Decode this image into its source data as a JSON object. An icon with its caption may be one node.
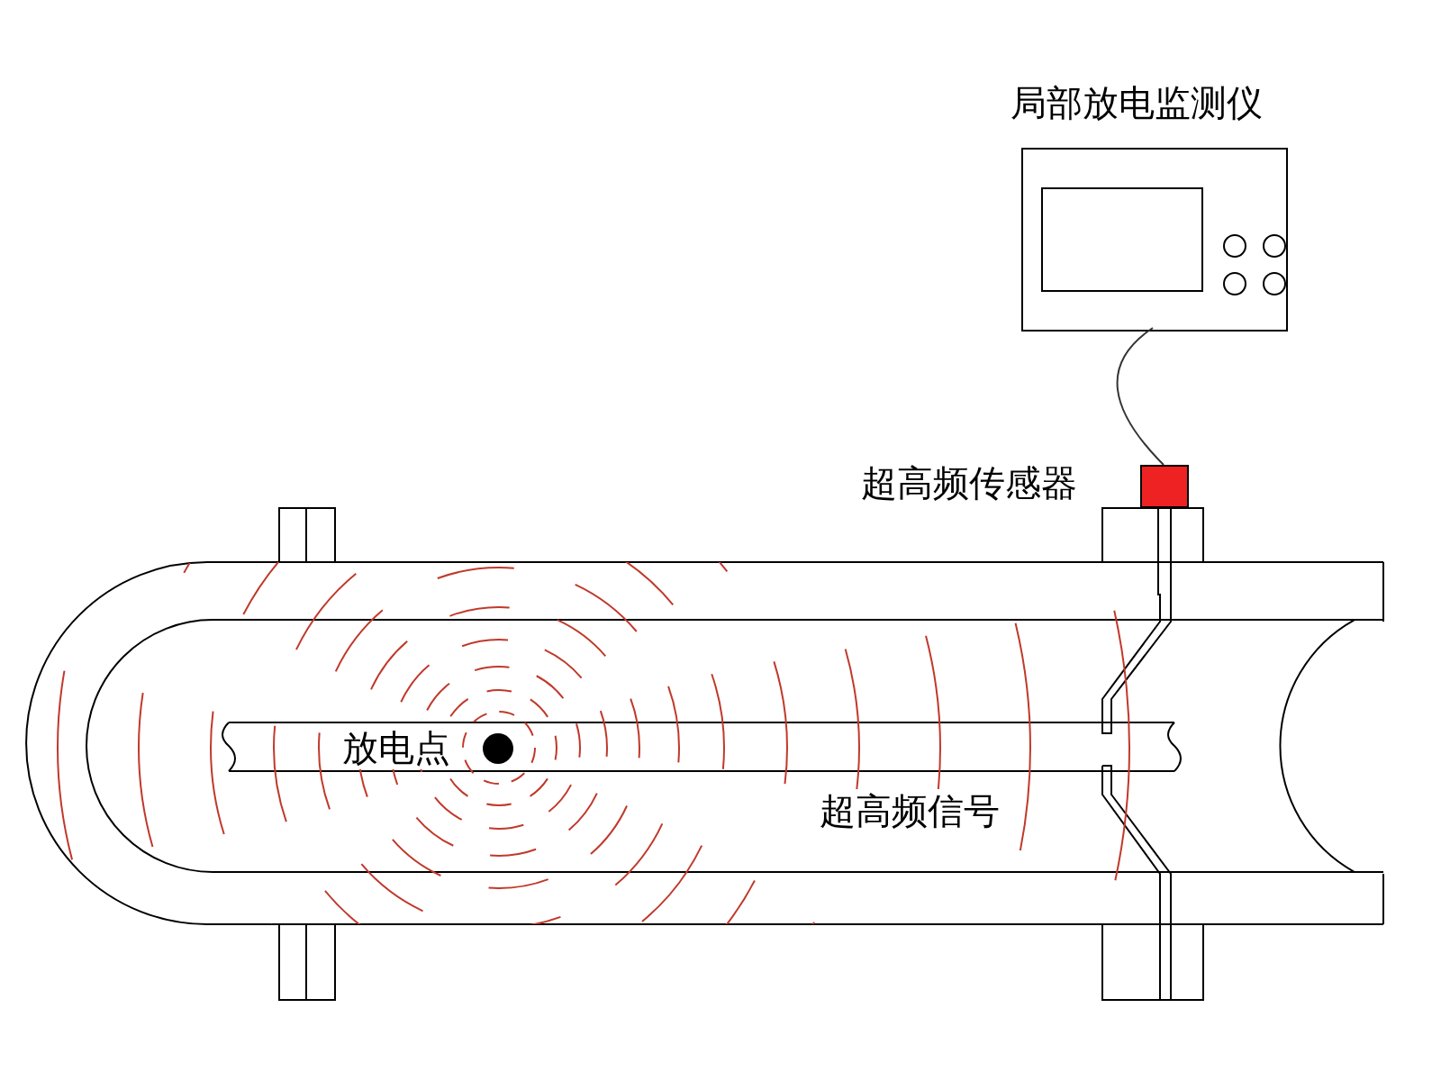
{
  "diagram": {
    "nodes": [
      {
        "text": [
          "局部放电监测仪"
        ]
      },
      {
        "text": [
          "超高频传感器"
        ]
      },
      {
        "text": [
          "放电点"
        ]
      }
    ],
    "edges": [
      {
        "from": 1,
        "to": 0,
        "arrow": "none"
      }
    ],
    "labels": [
      "超高频信号"
    ]
  }
}
